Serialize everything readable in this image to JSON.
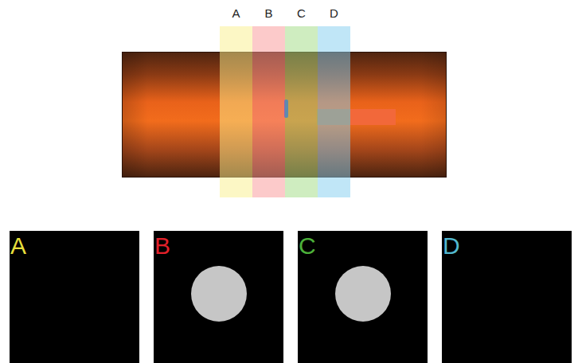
{
  "diagram": {
    "nodes": [
      {
        "text": [
          "A"
        ]
      },
      {
        "text": [
          "B"
        ]
      },
      {
        "text": [
          "C"
        ]
      },
      {
        "text": [
          "D"
        ]
      },
      {
        "text": [
          "A"
        ]
      },
      {
        "text": [
          "B"
        ]
      },
      {
        "text": [
          "C"
        ]
      },
      {
        "text": [
          "D"
        ]
      }
    ]
  }
}
